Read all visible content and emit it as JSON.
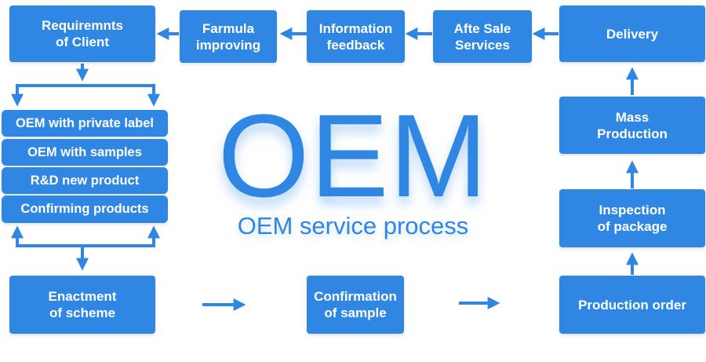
{
  "title": "OEM",
  "subtitle": "OEM service process",
  "boxes": {
    "requirements": "Requiremnts\nof Client",
    "formula": "Farmula\nimproving",
    "information": "Information\nfeedback",
    "after_sale": "Afte Sale\nServices",
    "delivery": "Delivery",
    "mass_production": "Mass\nProduction",
    "inspection": "Inspection\nof package",
    "production_order": "Production order",
    "confirmation": "Confirmation\nof sample",
    "enactment": "Enactment\nof scheme"
  },
  "options": [
    "OEM with private label",
    "OEM with  samples",
    "R&D new product",
    "Confirming products"
  ],
  "colors": {
    "accent": "#2f86e3",
    "background": "#ffffff"
  }
}
